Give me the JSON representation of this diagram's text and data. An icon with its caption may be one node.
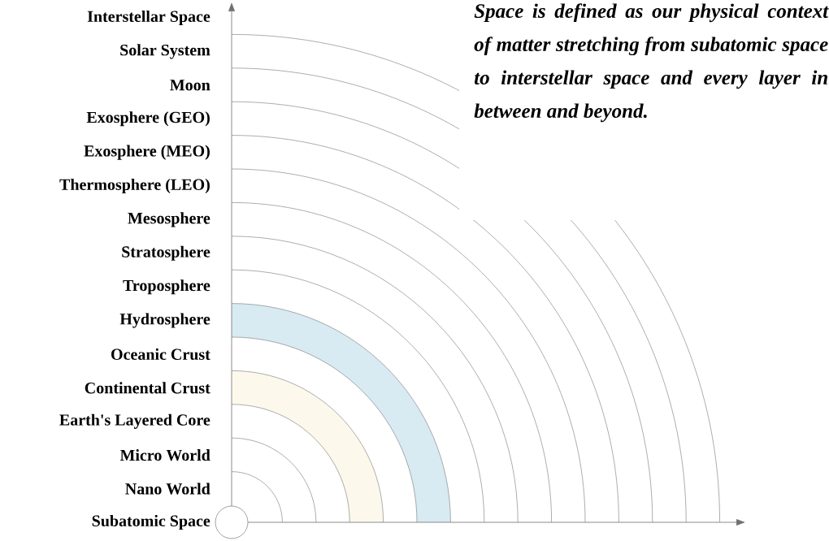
{
  "diagram": {
    "caption": "Space is defined as our physical context of matter stretching from subatomic space to interstellar space and every layer in between and beyond.",
    "labels": [
      "Interstellar Space",
      "Solar System",
      "Moon",
      "Exosphere (GEO)",
      "Exosphere (MEO)",
      "Thermosphere (LEO)",
      "Mesosphere",
      "Stratosphere",
      "Troposphere",
      "Hydrosphere",
      "Oceanic Crust",
      "Continental Crust",
      "Earth's Layered Core",
      "Micro World",
      "Nano World",
      "Subatomic Space"
    ]
  }
}
